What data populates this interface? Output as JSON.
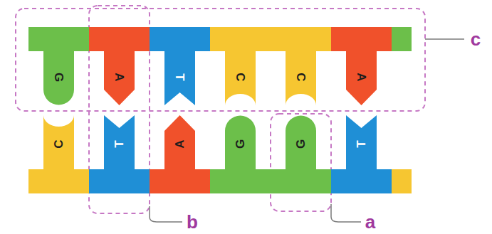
{
  "diagram": {
    "nodes": [
      {
        "text": [
          "G"
        ]
      },
      {
        "text": [
          "A"
        ]
      },
      {
        "text": [
          "T"
        ]
      },
      {
        "text": [
          "C"
        ]
      },
      {
        "text": [
          "C"
        ]
      },
      {
        "text": [
          "A"
        ]
      },
      {
        "text": [
          "C"
        ]
      },
      {
        "text": [
          "T"
        ]
      },
      {
        "text": [
          "A"
        ]
      },
      {
        "text": [
          "G"
        ]
      },
      {
        "text": [
          "G"
        ]
      },
      {
        "text": [
          "T"
        ]
      }
    ],
    "labels": [
      "c",
      "b",
      "a"
    ]
  }
}
